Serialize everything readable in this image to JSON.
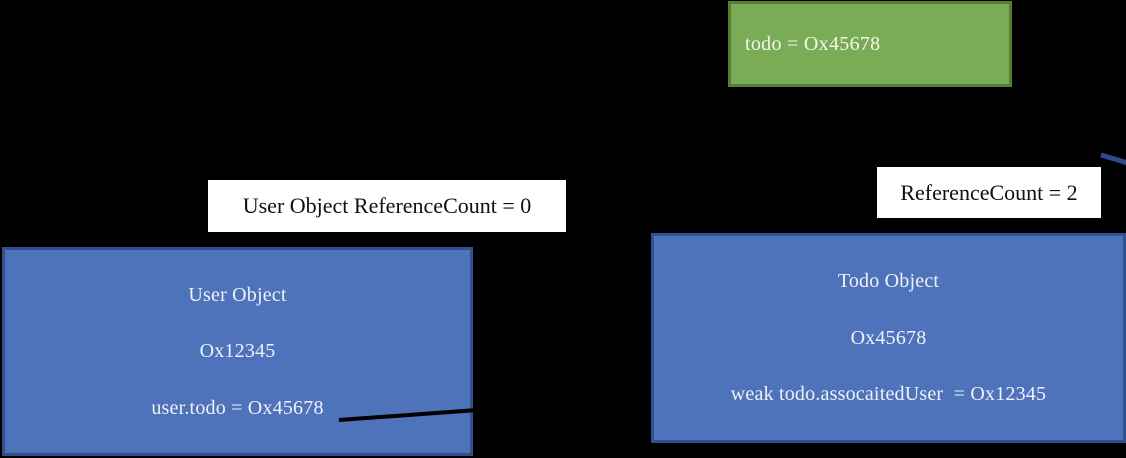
{
  "diagram": {
    "background_color": "#000000",
    "todo_variable": {
      "label": "todo = Ox45678",
      "fill_color": "#7aab55",
      "border_color": "#567d33",
      "text_color": "#f4f7ee"
    },
    "user_refcount_label": {
      "text": "User Object ReferenceCount = 0",
      "fill_color": "#ffffff",
      "text_color": "#101010"
    },
    "todo_refcount_label": {
      "text": "ReferenceCount = 2",
      "fill_color": "#ffffff",
      "text_color": "#101010"
    },
    "user_object": {
      "title": "User Object",
      "address": "Ox12345",
      "property": "user.todo = Ox45678",
      "fill_color": "#4e73bb",
      "border_color": "#2f528f",
      "text_color": "#edf1f8"
    },
    "todo_object": {
      "title": "Todo Object",
      "address": "Ox45678",
      "property": "weak todo.assocaitedUser  = Ox12345",
      "fill_color": "#4e73bb",
      "border_color": "#2f528f",
      "text_color": "#edf1f8"
    },
    "connectors": {
      "pointer_line_color": "#000000",
      "offscreen_connector_color": "#2e4c8c"
    }
  }
}
